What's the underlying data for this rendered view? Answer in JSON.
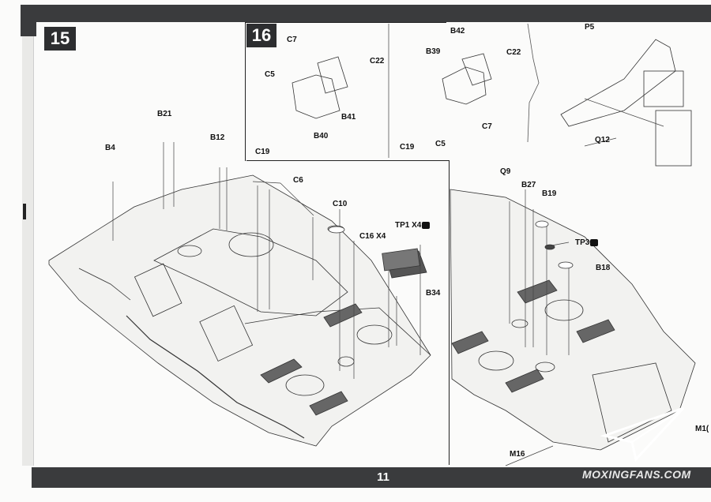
{
  "page": {
    "number": "11"
  },
  "steps": [
    {
      "number": "15"
    },
    {
      "number": "16"
    }
  ],
  "labels": {
    "c7_a": "C7",
    "c22_a": "C22",
    "c5_a": "C5",
    "b41": "B41",
    "b40": "B40",
    "c19_a": "C19",
    "b42": "B42",
    "b39": "B39",
    "c22_b": "C22",
    "c7_b": "C7",
    "c19_b": "C19",
    "c5_b": "C5",
    "p5": "P5",
    "q12": "Q12",
    "b21": "B21",
    "b12": "B12",
    "b4": "B4",
    "c6": "C6",
    "c10": "C10",
    "tp1": "TP1 X4",
    "c16": "C16 X4",
    "b34": "B34",
    "q9": "Q9",
    "b27": "B27",
    "b19": "B19",
    "tp3": "TP3",
    "b18": "B18",
    "m16": "M16",
    "m1_cut": "M1("
  },
  "watermark": {
    "text": "MOXINGFANS.COM"
  },
  "colors": {
    "bar": "#3a3b3d",
    "badge": "#2d2e30",
    "paper": "#fbfbfa"
  }
}
